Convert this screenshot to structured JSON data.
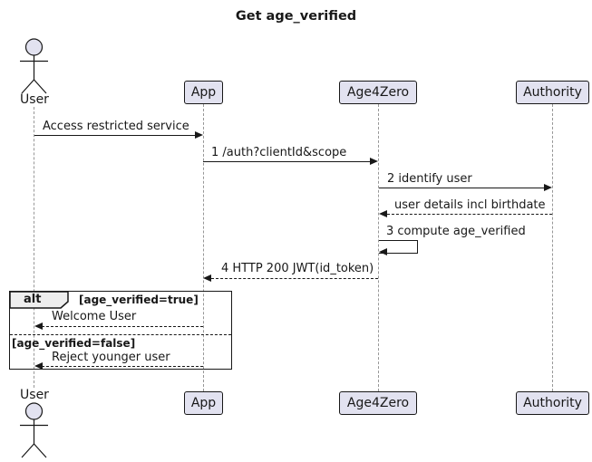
{
  "title": "Get age_verified",
  "participants": [
    {
      "name": "User",
      "type": "actor"
    },
    {
      "name": "App",
      "type": "box"
    },
    {
      "name": "Age4Zero",
      "type": "box"
    },
    {
      "name": "Authority",
      "type": "box"
    }
  ],
  "messages": [
    {
      "label": "Access restricted service",
      "from": "User",
      "to": "App",
      "style": "solid"
    },
    {
      "label": "1 /auth?clientId&scope",
      "from": "App",
      "to": "Age4Zero",
      "style": "solid"
    },
    {
      "label": "2 identify user",
      "from": "Age4Zero",
      "to": "Authority",
      "style": "solid"
    },
    {
      "label": "user details incl birthdate",
      "from": "Authority",
      "to": "Age4Zero",
      "style": "dashed"
    },
    {
      "label": "3 compute age_verified",
      "from": "Age4Zero",
      "to": "Age4Zero",
      "style": "self"
    },
    {
      "label": "4 HTTP 200 JWT(id_token)",
      "from": "Age4Zero",
      "to": "App",
      "style": "dashed"
    },
    {
      "label": "Welcome User",
      "from": "App",
      "to": "User",
      "style": "dashed"
    },
    {
      "label": "Reject younger user",
      "from": "App",
      "to": "User",
      "style": "dashed"
    }
  ],
  "alt_frame": {
    "operator": "alt",
    "condition_true": "[age_verified=true]",
    "condition_false": "[age_verified=false]"
  },
  "colors": {
    "participant_fill": "#E2E2F0",
    "border": "#181818",
    "frame_header_fill": "#EEEEEE",
    "lifeline": "#979797",
    "background": "#FFFFFF"
  }
}
